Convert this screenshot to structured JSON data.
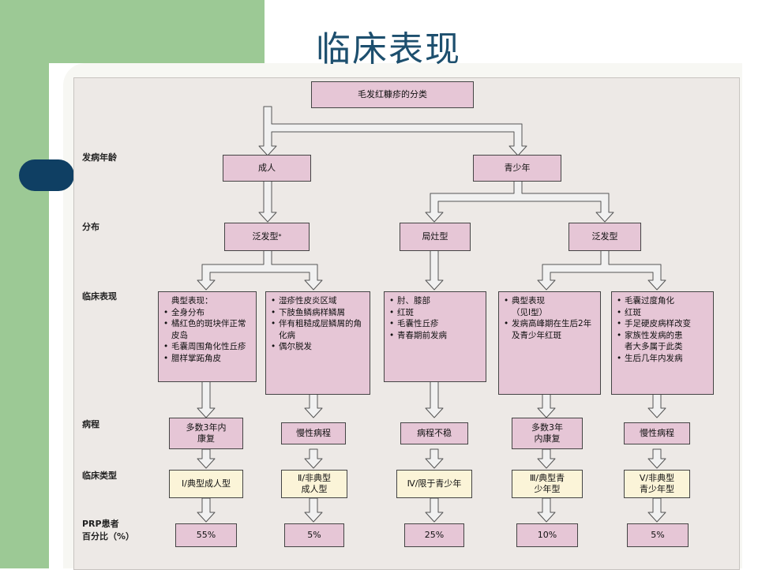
{
  "slide": {
    "title": "临床表现"
  },
  "rows": [
    "发病年龄",
    "分布",
    "临床表现",
    "病程",
    "临床类型",
    "PRP患者",
    "百分比（%）"
  ],
  "diagram": {
    "root": "毛发红糠疹的分类",
    "ages": [
      "成人",
      "青少年"
    ],
    "dist": [
      "泛发型",
      "局灶型",
      "泛发型"
    ],
    "dist_mark": "*",
    "clinical": [
      [
        "典型表现：",
        "全身分布",
        "橘红色的斑块伴正常皮岛",
        "毛囊周围角化性丘疹",
        "腊样掌跖角皮"
      ],
      [
        "湿疹性皮炎区域",
        "下肢鱼鳞病样鳞屑",
        "伴有粗糙成层鳞屑的角化病",
        "偶尔脱发"
      ],
      [
        "肘、膝部",
        "红斑",
        "毛囊性丘疹",
        "青春期前发病"
      ],
      [
        "典型表现\n（见Ⅰ型）",
        "发病高峰期在生后2年及青少年红斑"
      ],
      [
        "毛囊过度角化",
        "红斑",
        "手足硬皮病样改变",
        "家族性发病的患\n者大多属于此类",
        "生后几年内发病"
      ]
    ],
    "course": [
      "多数3年内\n康复",
      "慢性病程",
      "病程不稳",
      "多数3年\n内康复",
      "慢性病程"
    ],
    "types": [
      "Ⅰ/典型成人型",
      "Ⅱ/非典型\n成人型",
      "Ⅳ/限于青少年",
      "Ⅲ/典型青\n少年型",
      "Ⅴ/非典型\n青少年型"
    ],
    "percents": [
      "55%",
      "5%",
      "25%",
      "10%",
      "5%"
    ]
  }
}
